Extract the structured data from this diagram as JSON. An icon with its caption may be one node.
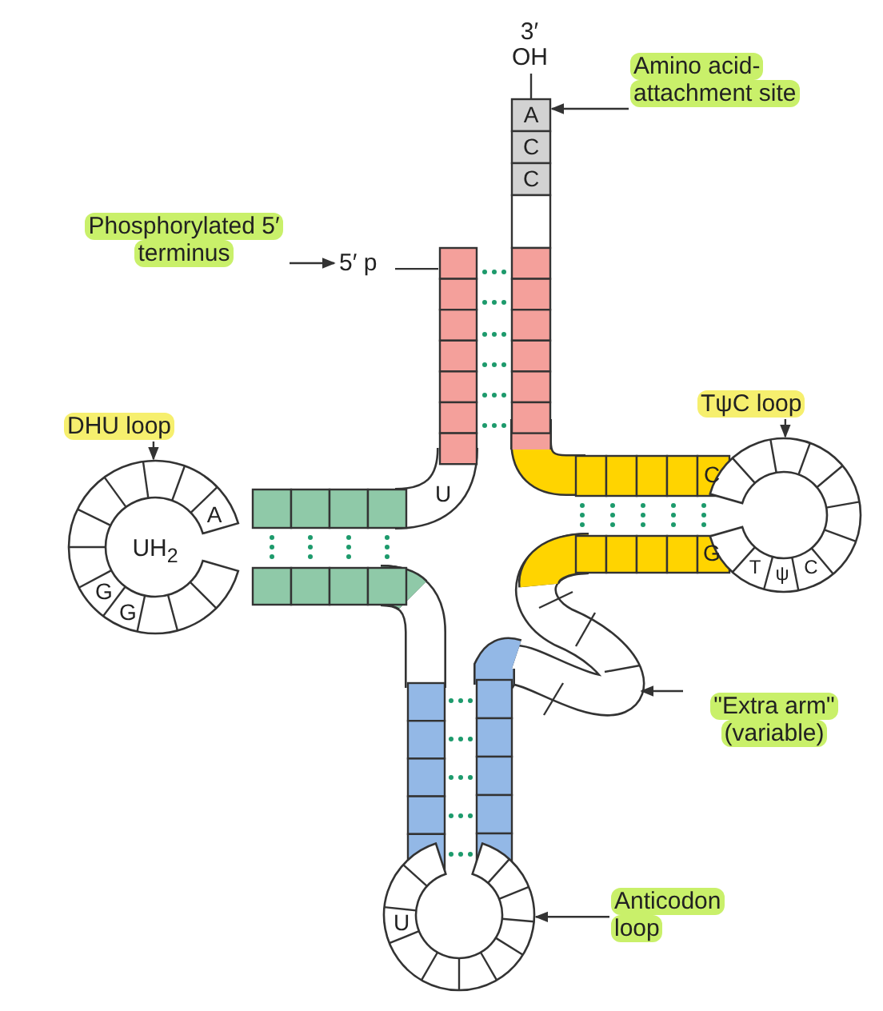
{
  "diagram": {
    "nodes": [
      {
        "text": [
          "Amino acid- attachment site"
        ]
      },
      {
        "text": [
          "Phosphorylated 5′ terminus"
        ]
      },
      {
        "text": [
          "5′ p"
        ]
      },
      {
        "text": [
          "DHU loop"
        ]
      },
      {
        "text": [
          "TψC loop"
        ]
      },
      {
        "text": [
          "\"Extra arm\" (variable)"
        ]
      },
      {
        "text": [
          "Anticodon loop"
        ]
      },
      {
        "text": [],
        "shape": "bar"
      },
      {
        "text": [],
        "shape": "circle"
      },
      {
        "text": [],
        "shape": "circle"
      },
      {
        "text": [],
        "shape": "bar"
      },
      {
        "text": [],
        "shape": "circle"
      }
    ],
    "edges": [
      {
        "from": 0,
        "to": 7,
        "arrow": "to"
      },
      {
        "from": 1,
        "to": 2,
        "arrow": "to"
      },
      {
        "from": 3,
        "to": 8,
        "arrow": "to"
      },
      {
        "from": 4,
        "to": 9,
        "arrow": "to"
      },
      {
        "from": 5,
        "to": 10,
        "arrow": "to"
      },
      {
        "from": 6,
        "to": 11,
        "arrow": "to"
      },
      {
        "from": 2,
        "to": 7,
        "arrow": "none"
      }
    ],
    "labels": [
      "3′ OH",
      "A",
      "C",
      "C",
      "A",
      "UH$_{2}$",
      "G",
      "G",
      "U",
      "C",
      "G",
      "T",
      "ψ",
      "C",
      "U"
    ]
  }
}
